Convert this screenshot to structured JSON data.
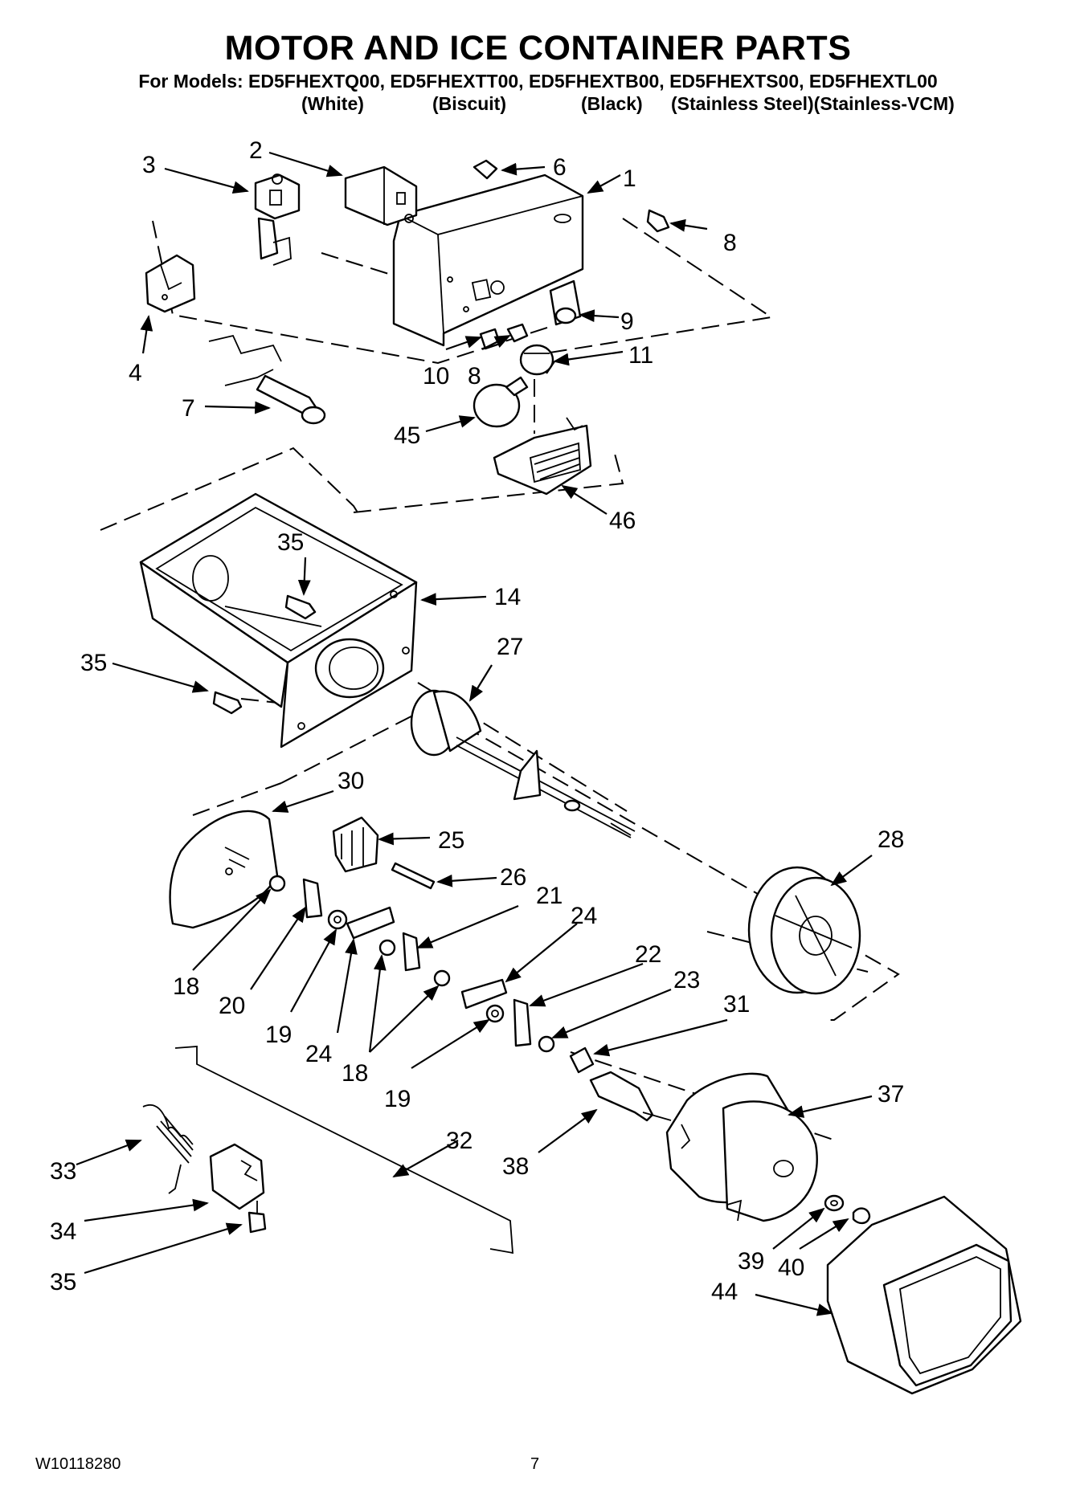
{
  "header": {
    "title": "MOTOR AND ICE CONTAINER PARTS",
    "models_line": "For Models: ED5FHEXTQ00, ED5FHEXTT00, ED5FHEXTB00, ED5FHEXTS00, ED5FHEXTL00",
    "variants": [
      "(White)",
      "(Biscuit)",
      "(Black)",
      "(Stainless Steel)(Stainless-VCM)"
    ]
  },
  "callouts": {
    "c1": "1",
    "c2": "2",
    "c3": "3",
    "c4": "4",
    "c6": "6",
    "c7": "7",
    "c8a": "8",
    "c8b": "8",
    "c9": "9",
    "c10": "10",
    "c11": "11",
    "c14": "14",
    "c18a": "18",
    "c18b": "18",
    "c19a": "19",
    "c19b": "19",
    "c20": "20",
    "c21": "21",
    "c22": "22",
    "c23": "23",
    "c24a": "24",
    "c24b": "24",
    "c25": "25",
    "c26": "26",
    "c27": "27",
    "c28": "28",
    "c30": "30",
    "c31": "31",
    "c32": "32",
    "c33": "33",
    "c34": "34",
    "c35a": "35",
    "c35b": "35",
    "c35c": "35",
    "c37": "37",
    "c38": "38",
    "c39": "39",
    "c40": "40",
    "c44": "44",
    "c45": "45",
    "c46": "46"
  },
  "footer": {
    "doc_number": "W10118280",
    "page_number": "7"
  }
}
